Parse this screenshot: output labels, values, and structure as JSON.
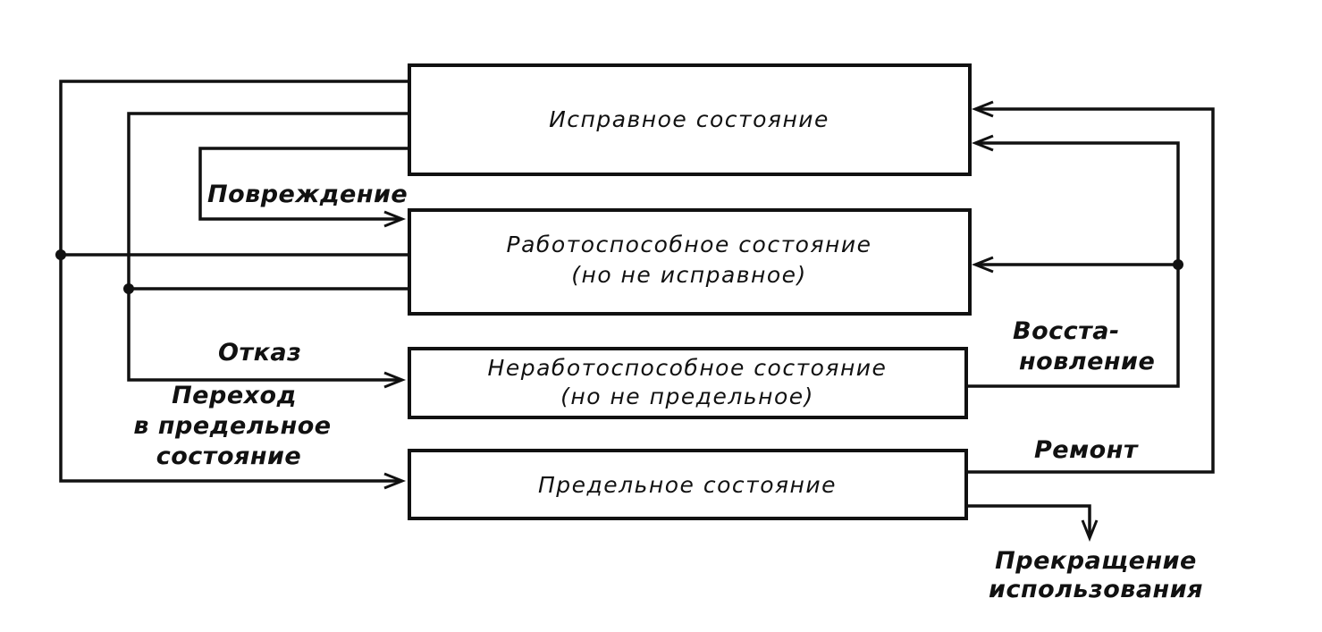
{
  "states": {
    "serviceable": {
      "line1": "Исправное состояние"
    },
    "operable": {
      "line1": "Работоспособное состояние",
      "line2": "(но не исправное)"
    },
    "inoperable": {
      "line1": "Неработоспособное состояние",
      "line2": "(но не предельное)"
    },
    "limit": {
      "line1": "Предельное состояние"
    }
  },
  "transitions": {
    "damage": "Повреждение",
    "failure": "Отказ",
    "to_limit": {
      "line1": "Переход",
      "line2": "в предельное",
      "line3": "состояние"
    },
    "restoration": {
      "line1": "Восста-",
      "line2": "новление"
    },
    "repair": "Ремонт",
    "end_of_use": {
      "line1": "Прекращение",
      "line2": "использования"
    }
  }
}
